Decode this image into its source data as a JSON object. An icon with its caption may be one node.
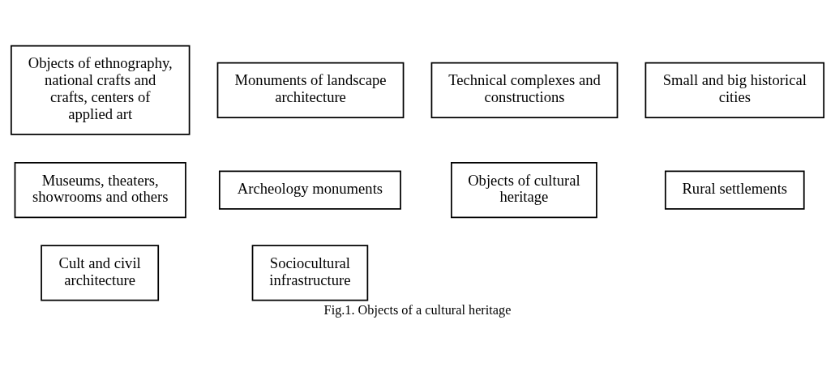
{
  "diagram": {
    "caption": "Fig.1. Objects of a cultural heritage",
    "nodes": [
      {
        "text": [
          "Objects of cultural heritage"
        ]
      },
      {
        "text": [
          "Archeology monuments"
        ]
      },
      {
        "text": [
          "Rural settlements"
        ]
      },
      {
        "text": [
          "Sociocultural infrastructure"
        ]
      },
      {
        "text": [
          "Cult and civil architecture"
        ]
      },
      {
        "text": [
          "Small and big historical cities"
        ]
      },
      {
        "text": [
          "Monuments of landscape architecture"
        ]
      },
      {
        "text": [
          "Museums, theaters, showrooms and others"
        ]
      },
      {
        "text": [
          "Technical complexes and constructions"
        ]
      },
      {
        "text": [
          "Objects of ethnography, national crafts and crafts, centers of applied art"
        ]
      }
    ],
    "edges": []
  }
}
